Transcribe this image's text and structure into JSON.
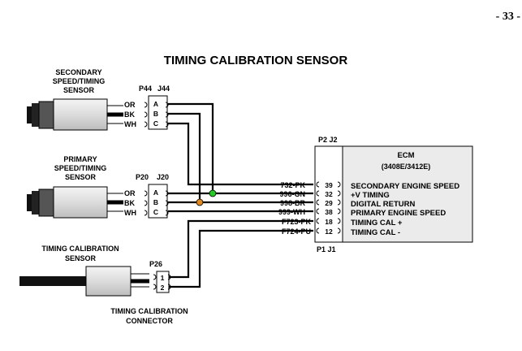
{
  "page_number": "- 33 -",
  "title": "TIMING CALIBRATION SENSOR",
  "secondary_sensor": {
    "label_line1": "SECONDARY",
    "label_line2": "SPEED/TIMING",
    "label_line3": "SENSOR",
    "plug": "P44",
    "jack": "J44",
    "wires": [
      "OR",
      "BK",
      "WH"
    ],
    "pins": [
      "A",
      "B",
      "C"
    ]
  },
  "primary_sensor": {
    "label_line1": "PRIMARY",
    "label_line2": "SPEED/TIMING",
    "label_line3": "SENSOR",
    "plug": "P20",
    "jack": "J20",
    "wires": [
      "OR",
      "BK",
      "WH"
    ],
    "pins": [
      "A",
      "B",
      "C"
    ]
  },
  "cal_sensor": {
    "label_line1": "TIMING CALIBRATION",
    "label_line2": "SENSOR",
    "plug": "P26",
    "pins": [
      "1",
      "2"
    ],
    "connector_line1": "TIMING CALIBRATION",
    "connector_line2": "CONNECTOR"
  },
  "ecm": {
    "name": "ECM",
    "model": "(3408E/3412E)",
    "top_connector": "P2 J2",
    "bottom_connector": "P1 J1",
    "signals": [
      {
        "wire": "732-PK",
        "pin": "39",
        "name": "SECONDARY ENGINE SPEED"
      },
      {
        "wire": "996-GN",
        "pin": "32",
        "name": "+V TIMING"
      },
      {
        "wire": "998-BR",
        "pin": "29",
        "name": "DIGITAL RETURN"
      },
      {
        "wire": "999-WH",
        "pin": "38",
        "name": "PRIMARY ENGINE SPEED"
      },
      {
        "wire": "F723-PK",
        "pin": "18",
        "name": "TIMING CAL +"
      },
      {
        "wire": "F724-PU",
        "pin": "12",
        "name": "TIMING CAL -"
      }
    ]
  },
  "colors": {
    "junction_green": "#22cc22",
    "junction_orange": "#e08a1e",
    "sensor_fill": "#e6e6e6",
    "ecm_fill": "#ebebeb"
  }
}
